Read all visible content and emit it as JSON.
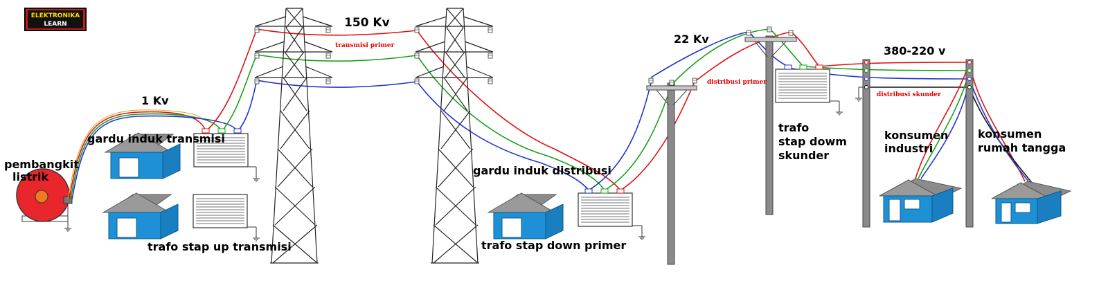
{
  "logo": {
    "line1": "ELEKTRONIKA",
    "line2": "LEARN"
  },
  "labels": {
    "kv150": "150 Kv",
    "kv1": "1 Kv",
    "kv22": "22 Kv",
    "v380": "380-220 v",
    "transmisi_primer": "transmisi primer",
    "distribusi_primer": "distribusi primer",
    "distribusi_skunder": "distribusi skunder",
    "pembangkit_1": "pembangkit",
    "pembangkit_2": "listrik",
    "gardu_induk_transmisi": "gardu induk transmisi",
    "trafo_stap_up": "trafo stap up transmisi",
    "gardu_induk_distribusi": "gardu induk distribusi",
    "trafo_stap_down_primer": "trafo stap down primer",
    "trafo_skunder_1": "trafo",
    "trafo_skunder_2": "stap dowm",
    "trafo_skunder_3": "skunder",
    "konsumen_industri_1": "konsumen",
    "konsumen_industri_2": "industri",
    "konsumen_rumah_1": "konsumen",
    "konsumen_rumah_2": "rumah tangga"
  },
  "colors": {
    "phase_r": "#e01010",
    "phase_s": "#1aa01a",
    "phase_t": "#2233cc",
    "neutral": "#111111",
    "house_wall": "#1e90d6",
    "house_roof": "#8c8c8c",
    "generator": "#e8262c",
    "generator_core": "#f07820",
    "pole": "#8a8a8a"
  }
}
